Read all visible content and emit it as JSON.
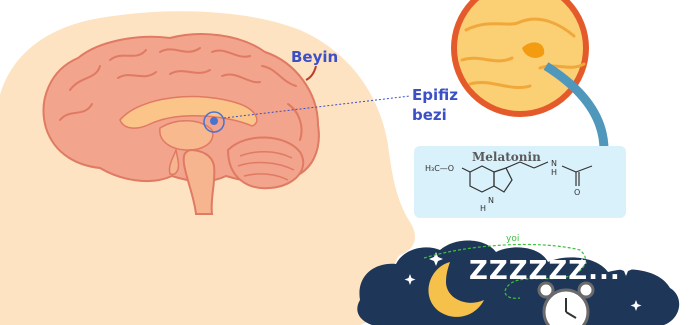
{
  "labels": {
    "brain": "Beyin",
    "gland_line1": "Epifiz",
    "gland_line2": "bezi",
    "hormone": "Melatonin",
    "sleep": "ZZZZZZ...",
    "scribble": "yoi"
  },
  "chem": {
    "methoxy": "H₃C—O",
    "nh": "N",
    "h_nh": "H",
    "o_carbonyl": "O",
    "amide_nh": "N",
    "amide_h": "H"
  },
  "colors": {
    "head": "#fde3c2",
    "brain": "#f2a48d",
    "brain_outline": "#e07a62",
    "inner": "#fbc58a",
    "lens_ring": "#e55a2b",
    "lens_fill": "#fbcf74",
    "gland_dot": "#4a73d1",
    "arrow": "#4f97bb",
    "formula_box": "#d9f1fb",
    "night": "#1e3657",
    "moon": "#f6c14a",
    "label": "#3b4fc7"
  }
}
